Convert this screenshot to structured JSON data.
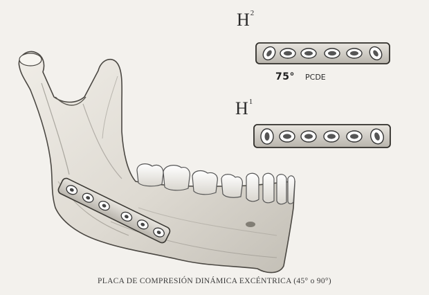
{
  "figure": {
    "plate_top": {
      "label_main": "H",
      "label_sup": "2",
      "hole_count": 6
    },
    "plate_bottom": {
      "label_main": "H",
      "label_sup": "1",
      "hole_count": 6
    },
    "angle_value": "75°",
    "angle_abbr": "PCDE",
    "caption": "PLACA DE COMPRESIÓN DINÁMICA EXCÉNTRICA (45° o 90°)"
  },
  "colors": {
    "background": "#f3f1ed",
    "bone_fill": "#e7e4dd",
    "bone_shadow": "#a9a59d",
    "ink": "#2a2a2a"
  },
  "icons": [
    "mandible-illustration",
    "bone-plate-icon",
    "screw-hole-icon"
  ]
}
